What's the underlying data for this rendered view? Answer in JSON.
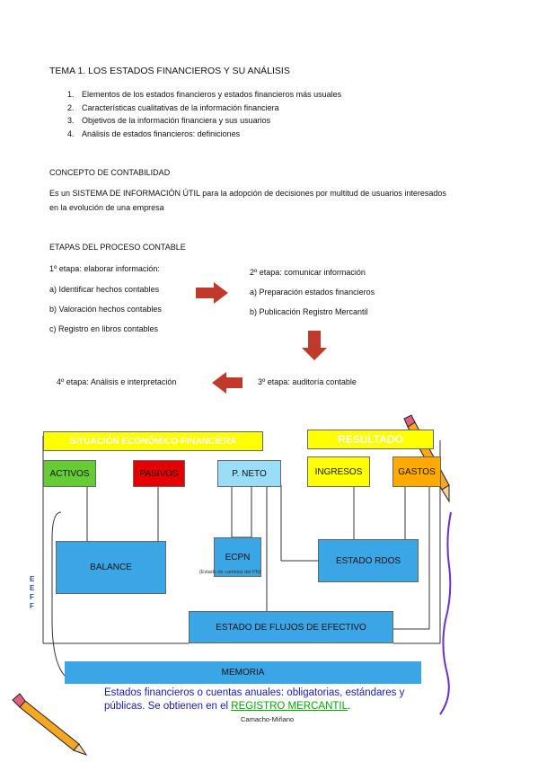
{
  "title": "TEMA 1. LOS ESTADOS FINANCIEROS Y SU ANÁLISIS",
  "topics": [
    {
      "num": "1.",
      "text": "Elementos de los estados financieros y estados financieros más usuales"
    },
    {
      "num": "2.",
      "text": "Características cualitativas de la información financiera"
    },
    {
      "num": "3.",
      "text": "Objetivos de la información financiera y sus usuarios"
    },
    {
      "num": "4.",
      "text": "Análisis de estados financieros: definiciones"
    }
  ],
  "concept": {
    "heading": "CONCEPTO DE CONTABILIDAD",
    "line1": "Es un SISTEMA DE INFORMACIÓN ÚTIL para la adopción de decisiones por multitud de usuarios interesados",
    "line2": "en la evolución de una empresa"
  },
  "stages": {
    "heading": "ETAPAS DEL PROCESO CONTABLE",
    "stage1": {
      "title": "1º etapa: elaborar información:",
      "a": "a) Identificar hechos contables",
      "b": "b) Valoración hechos contables",
      "c": "c) Registro en libros contables"
    },
    "stage2": {
      "title": "2º etapa: comunicar información",
      "a": "a) Preparación estados financieros",
      "b": "b) Publicación Registro Mercantil"
    },
    "stage3": "3º etapa: auditoría contable",
    "stage4": "4º etapa: Análisis e interpretación"
  },
  "diagram": {
    "situacion": "SITUACIÓN ECONÓMICO-FINANCIERA",
    "resultado": "RESULTADO",
    "activos": "ACTIVOS",
    "pasivos": "PASIVOS",
    "pneto": "P. NETO",
    "ingresos": "INGRESOS",
    "gastos": "GASTOS",
    "balance": "BALANCE",
    "ecpn": "ECPN",
    "ecpn_note": "(Estado de cambios del PN)",
    "estado_rdos": "ESTADO RDOS",
    "flujos": "ESTADO DE FLUJOS DE EFECTIVO",
    "memoria": "MEMORIA",
    "eeff": "EEFF",
    "caption1": "Estados financieros o cuentas anuales: obligatorias, estándares y",
    "caption2_pre": "públicas. Se obtienen en el ",
    "caption2_link": "REGISTRO MERCANTIL",
    "caption2_post": ".",
    "author": "Camacho-Miñano",
    "colors": {
      "yellow": "#ffff00",
      "green": "#66cc33",
      "red": "#e60000",
      "lightblue": "#99ddf7",
      "orange": "#ffaa00",
      "blue": "#3aa6e6",
      "arrow": "#c0392b",
      "link": "#00aa00"
    }
  }
}
